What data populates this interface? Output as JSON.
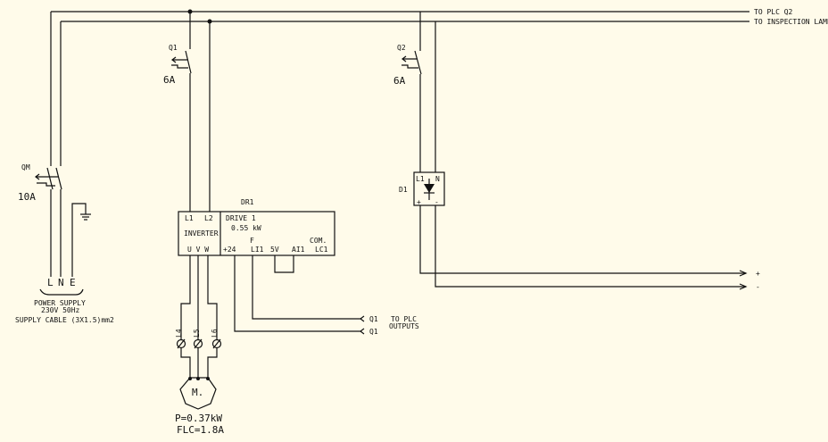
{
  "outputs": {
    "plc_q2": "TO PLC Q2",
    "inspection_lamp": "TO INSPECTION LAMP",
    "plus": "+",
    "minus": "-"
  },
  "main_breaker": {
    "label": "QM",
    "rating": "10A"
  },
  "supply": {
    "l": "L",
    "n": "N",
    "e": "E",
    "title": "POWER SUPPLY",
    "voltage": "230V 50Hz",
    "cable": "SUPPLY CABLE (3X1.5)mm2"
  },
  "q1": {
    "label": "Q1",
    "rating": "6A"
  },
  "q2": {
    "label": "Q2",
    "rating": "6A"
  },
  "drive": {
    "tag": "DR1",
    "l1": "L1",
    "l2": "L2",
    "inverter": "INVERTER",
    "uvw": "U V W",
    "name": "DRIVE 1",
    "power": "0.55 kW",
    "f": "F",
    "p24": "+24",
    "li1": "LI1",
    "v5": "5V",
    "ai1": "AI1",
    "com": "COM.",
    "lc1": "LC1"
  },
  "terminals": [
    "L4",
    "L5",
    "L6"
  ],
  "motor": {
    "label": "M.",
    "power": "P=0.37kW",
    "flc": "FLC=1.8A"
  },
  "plc": {
    "q1a": "Q1",
    "q1b": "Q1",
    "to_plc": "TO PLC",
    "outputs": "OUTPUTS"
  },
  "d1": {
    "tag": "D1",
    "l1": "L1",
    "n": "N",
    "plus": "+",
    "minus": "-"
  }
}
